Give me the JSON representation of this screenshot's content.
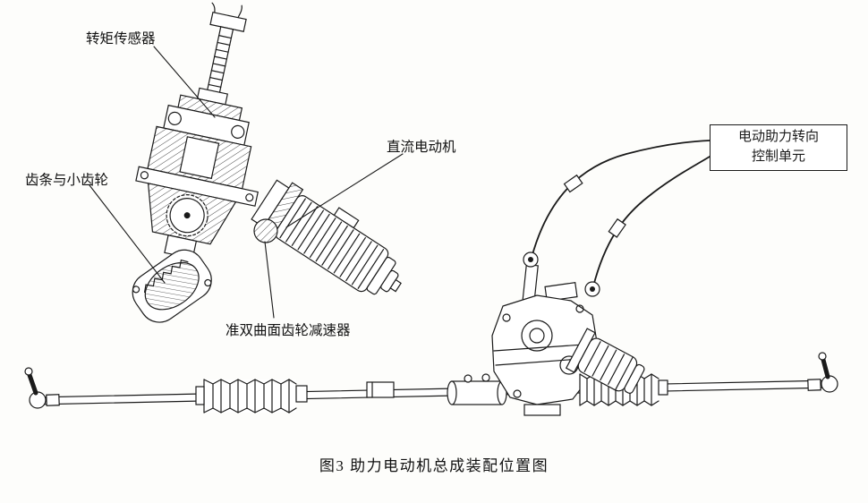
{
  "colors": {
    "ink": "#1a1a1a",
    "paper": "#fdfdfb"
  },
  "figure": {
    "caption": "图3 助力电动机总成装配位置图",
    "labels": {
      "torque_sensor": "转矩传感器",
      "rack_and_pinion": "齿条与小齿轮",
      "dc_motor": "直流电动机",
      "hypoid_gear_reducer": "准双曲面齿轮减速器",
      "control_unit_line1": "电动助力转向",
      "control_unit_line2": "控制单元"
    }
  }
}
